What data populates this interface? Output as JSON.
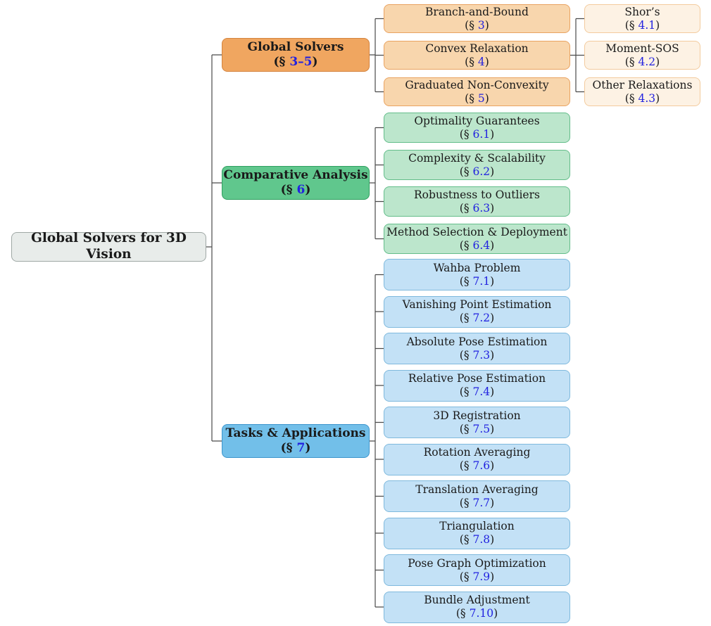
{
  "diagram_title": "Global Solvers for 3D Vision taxonomy",
  "labels": {
    "section_open": "(§ ",
    "section_close": ")"
  },
  "root": {
    "label": "Global Solvers for 3D Vision"
  },
  "branches": [
    {
      "label": "Global Solvers",
      "section": "3–5",
      "children": [
        {
          "label": "Branch-and-Bound",
          "section": "3"
        },
        {
          "label": "Convex Relaxation",
          "section": "4",
          "children": [
            {
              "label": "Shor’s",
              "section": "4.1"
            },
            {
              "label": "Moment-SOS",
              "section": "4.2"
            },
            {
              "label": "Other Relaxations",
              "section": "4.3"
            }
          ]
        },
        {
          "label": "Graduated Non-Convexity",
          "section": "5"
        }
      ]
    },
    {
      "label": "Comparative Analysis",
      "section": "6",
      "children": [
        {
          "label": "Optimality Guarantees",
          "section": "6.1"
        },
        {
          "label": "Complexity & Scalability",
          "section": "6.2"
        },
        {
          "label": "Robustness to Outliers",
          "section": "6.3"
        },
        {
          "label": "Method Selection & Deployment",
          "section": "6.4"
        }
      ]
    },
    {
      "label": "Tasks & Applications",
      "section": "7",
      "children": [
        {
          "label": "Wahba Problem",
          "section": "7.1"
        },
        {
          "label": "Vanishing Point Estimation",
          "section": "7.2"
        },
        {
          "label": "Absolute Pose Estimation",
          "section": "7.3"
        },
        {
          "label": "Relative Pose Estimation",
          "section": "7.4"
        },
        {
          "label": "3D Registration",
          "section": "7.5"
        },
        {
          "label": "Rotation Averaging",
          "section": "7.6"
        },
        {
          "label": "Translation Averaging",
          "section": "7.7"
        },
        {
          "label": "Triangulation",
          "section": "7.8"
        },
        {
          "label": "Pose Graph Optimization",
          "section": "7.9"
        },
        {
          "label": "Bundle Adjustment",
          "section": "7.10"
        }
      ]
    }
  ],
  "colors": {
    "text_dark": "#1a1a1a",
    "link_blue": "#2222e0",
    "line_gray": "#4a4a4a",
    "root_fill": "#e8ecea",
    "root_border": "#9fa8a5",
    "orange_fill": "#f0a660",
    "orange_border": "#d4833d",
    "orange_light_fill": "#f8d6ad",
    "orange_light_border": "#e9a361",
    "cream_fill": "#fdf2e4",
    "cream_border": "#f3cb9e",
    "green_fill": "#60c78d",
    "green_border": "#2fa060",
    "green_light_fill": "#bce6cc",
    "green_light_border": "#63bd8a",
    "blue_fill": "#72bfe9",
    "blue_border": "#3d95cc",
    "blue_light_fill": "#c3e1f6",
    "blue_light_border": "#7fb9dd"
  }
}
